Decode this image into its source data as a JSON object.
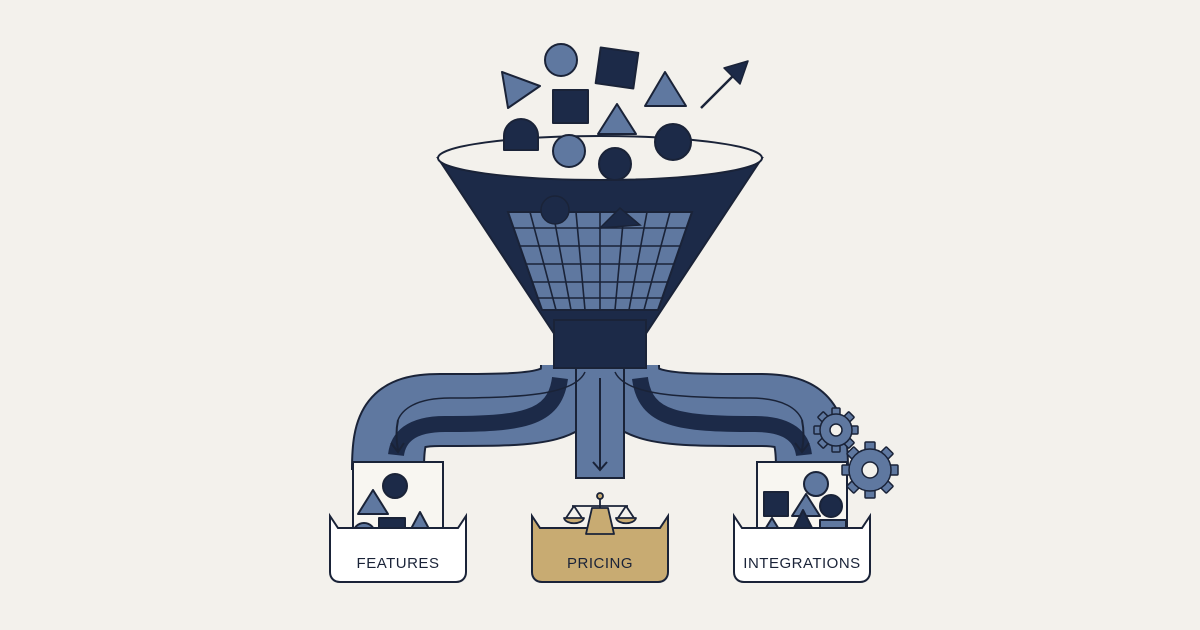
{
  "bins": [
    {
      "key": "features",
      "label": "FEATURES"
    },
    {
      "key": "pricing",
      "label": "PRICING"
    },
    {
      "key": "integrations",
      "label": "INTEGRATIONS"
    }
  ],
  "colors": {
    "background": "#f3f1ec",
    "navy": "#1c2a48",
    "slate": "#5f78a0",
    "gold": "#c8ab72",
    "outline": "#1a2338",
    "white": "#ffffff"
  },
  "icons": [
    "arrow-up-right-icon",
    "scale-icon",
    "gear-icon",
    "arrow-down-icon"
  ]
}
